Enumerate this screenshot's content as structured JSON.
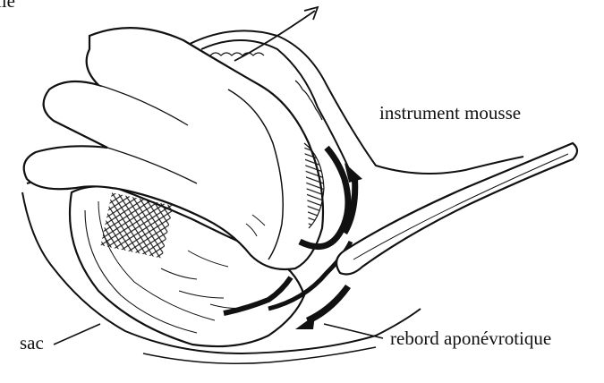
{
  "labels": {
    "top_fragment": "ile",
    "instrument": "instrument mousse",
    "sac": "sac",
    "rebord": "rebord aponévrotique"
  },
  "icons": {
    "arrow_out": "arrow-up-right-icon",
    "arrow_dissect": "curved-arrow-icon"
  },
  "colors": {
    "ink": "#111111",
    "paper": "#ffffff"
  }
}
